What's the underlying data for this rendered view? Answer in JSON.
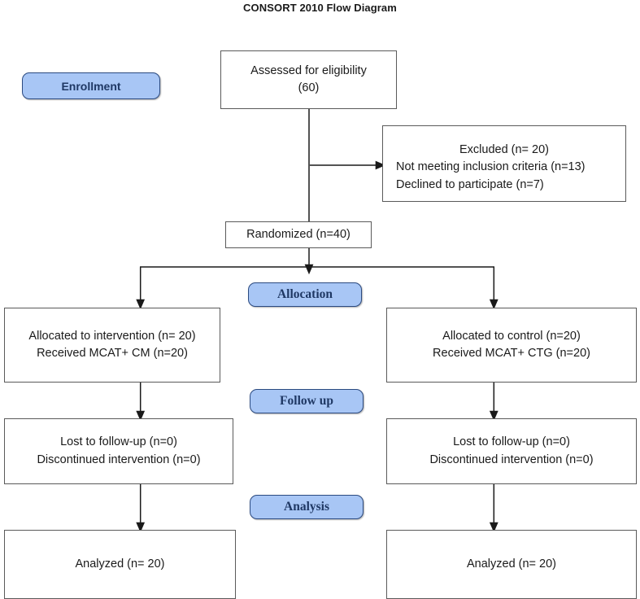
{
  "title": "CONSORT 2010 Flow Diagram",
  "stages": [
    {
      "label": "Enrollment",
      "font": "sans"
    },
    {
      "label": "Allocation",
      "font": "serif"
    },
    {
      "label": "Follow up",
      "font": "serif"
    },
    {
      "label": "Analysis",
      "font": "serif"
    }
  ],
  "nodes": {
    "assessed": {
      "lines": [
        "Assessed for eligibility",
        "(60)"
      ]
    },
    "excluded": {
      "lines": [
        "Excluded (n= 20)",
        "Not meeting inclusion criteria (n=13)",
        "Declined to participate (n=7)"
      ]
    },
    "randomized": {
      "lines": [
        "Randomized (n=40)"
      ]
    },
    "allocated_left": {
      "lines": [
        "Allocated to intervention (n= 20)",
        "Received MCAT+ CM (n=20)"
      ]
    },
    "allocated_right": {
      "lines": [
        "Allocated to control (n=20)",
        "Received MCAT+ CTG (n=20)"
      ]
    },
    "followup_left": {
      "lines": [
        "Lost to follow-up (n=0)",
        "Discontinued intervention (n=0)"
      ]
    },
    "followup_right": {
      "lines": [
        "Lost to follow-up (n=0)",
        "Discontinued intervention (n=0)"
      ]
    },
    "analyzed_left": {
      "lines": [
        "Analyzed (n= 20)"
      ]
    },
    "analyzed_right": {
      "lines": [
        "Analyzed (n= 20)"
      ]
    }
  },
  "colors": {
    "stage_fill": "#a8c6f5",
    "stage_text": "#1f3864",
    "stage_border": "#2b4a80",
    "box_border": "#5a5a5a",
    "connector": "#1a1a1a",
    "text": "#1a1a1a"
  }
}
